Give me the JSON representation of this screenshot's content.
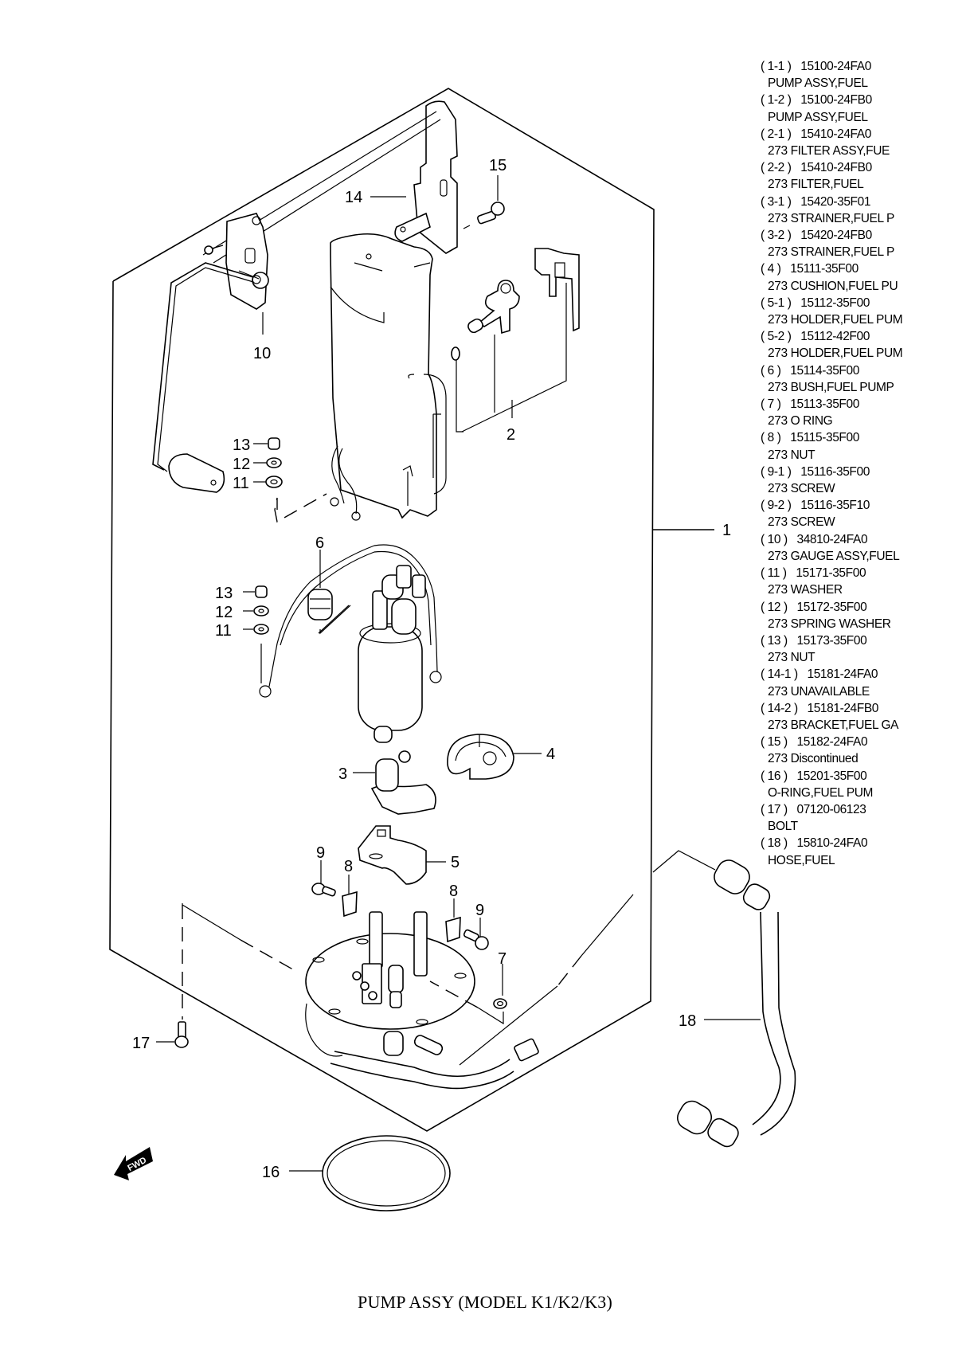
{
  "title": "PUMP ASSY (MODEL K1/K2/K3)",
  "fwd_label": "FWD",
  "callouts": {
    "c1": "1",
    "c2": "2",
    "c3": "3",
    "c4": "4",
    "c5": "5",
    "c6": "6",
    "c7": "7",
    "c8a": "8",
    "c8b": "8",
    "c9a": "9",
    "c9b": "9",
    "c10": "10",
    "c11a": "11",
    "c12a": "12",
    "c13a": "13",
    "c11b": "11",
    "c12b": "12",
    "c13b": "13",
    "c14": "14",
    "c15": "15",
    "c16": "16",
    "c17": "17",
    "c18": "18"
  },
  "parts": [
    {
      "ref": "( 1-1 )",
      "number": "15100-24FA0",
      "desc": "PUMP ASSY,FUEL"
    },
    {
      "ref": "( 1-2 )",
      "number": "15100-24FB0",
      "desc": "PUMP ASSY,FUEL"
    },
    {
      "ref": "( 2-1 )",
      "number": "15410-24FA0",
      "desc": "273 FILTER ASSY,FUE"
    },
    {
      "ref": "( 2-2 )",
      "number": "15410-24FB0",
      "desc": "273 FILTER,FUEL"
    },
    {
      "ref": "( 3-1 )",
      "number": "15420-35F01",
      "desc": "273 STRAINER,FUEL P"
    },
    {
      "ref": "( 3-2 )",
      "number": "15420-24FB0",
      "desc": "273 STRAINER,FUEL P"
    },
    {
      "ref": "( 4 )",
      "number": "15111-35F00",
      "desc": "273 CUSHION,FUEL PU"
    },
    {
      "ref": "( 5-1 )",
      "number": "15112-35F00",
      "desc": "273 HOLDER,FUEL PUM"
    },
    {
      "ref": "( 5-2 )",
      "number": "15112-42F00",
      "desc": "273 HOLDER,FUEL PUM"
    },
    {
      "ref": "( 6 )",
      "number": "15114-35F00",
      "desc": "273 BUSH,FUEL PUMP"
    },
    {
      "ref": "( 7 )",
      "number": "15113-35F00",
      "desc": "273 O RING"
    },
    {
      "ref": "( 8 )",
      "number": "15115-35F00",
      "desc": "273 NUT"
    },
    {
      "ref": "( 9-1 )",
      "number": "15116-35F00",
      "desc": "273 SCREW"
    },
    {
      "ref": "( 9-2 )",
      "number": "15116-35F10",
      "desc": "273 SCREW"
    },
    {
      "ref": "( 10 )",
      "number": "34810-24FA0",
      "desc": "273 GAUGE ASSY,FUEL"
    },
    {
      "ref": "( 11 )",
      "number": "15171-35F00",
      "desc": "273 WASHER"
    },
    {
      "ref": "( 12 )",
      "number": "15172-35F00",
      "desc": "273 SPRING WASHER"
    },
    {
      "ref": "( 13 )",
      "number": "15173-35F00",
      "desc": "273 NUT"
    },
    {
      "ref": "( 14-1 )",
      "number": "15181-24FA0",
      "desc": "273 UNAVAILABLE"
    },
    {
      "ref": "( 14-2 )",
      "number": "15181-24FB0",
      "desc": "273 BRACKET,FUEL GA"
    },
    {
      "ref": "( 15 )",
      "number": "15182-24FA0",
      "desc": "273 Discontinued"
    },
    {
      "ref": "( 16 )",
      "number": "15201-35F00",
      "desc": "O-RING,FUEL PUM"
    },
    {
      "ref": "( 17 )",
      "number": "07120-06123",
      "desc": "BOLT"
    },
    {
      "ref": "( 18 )",
      "number": "15810-24FA0",
      "desc": "HOSE,FUEL"
    }
  ]
}
